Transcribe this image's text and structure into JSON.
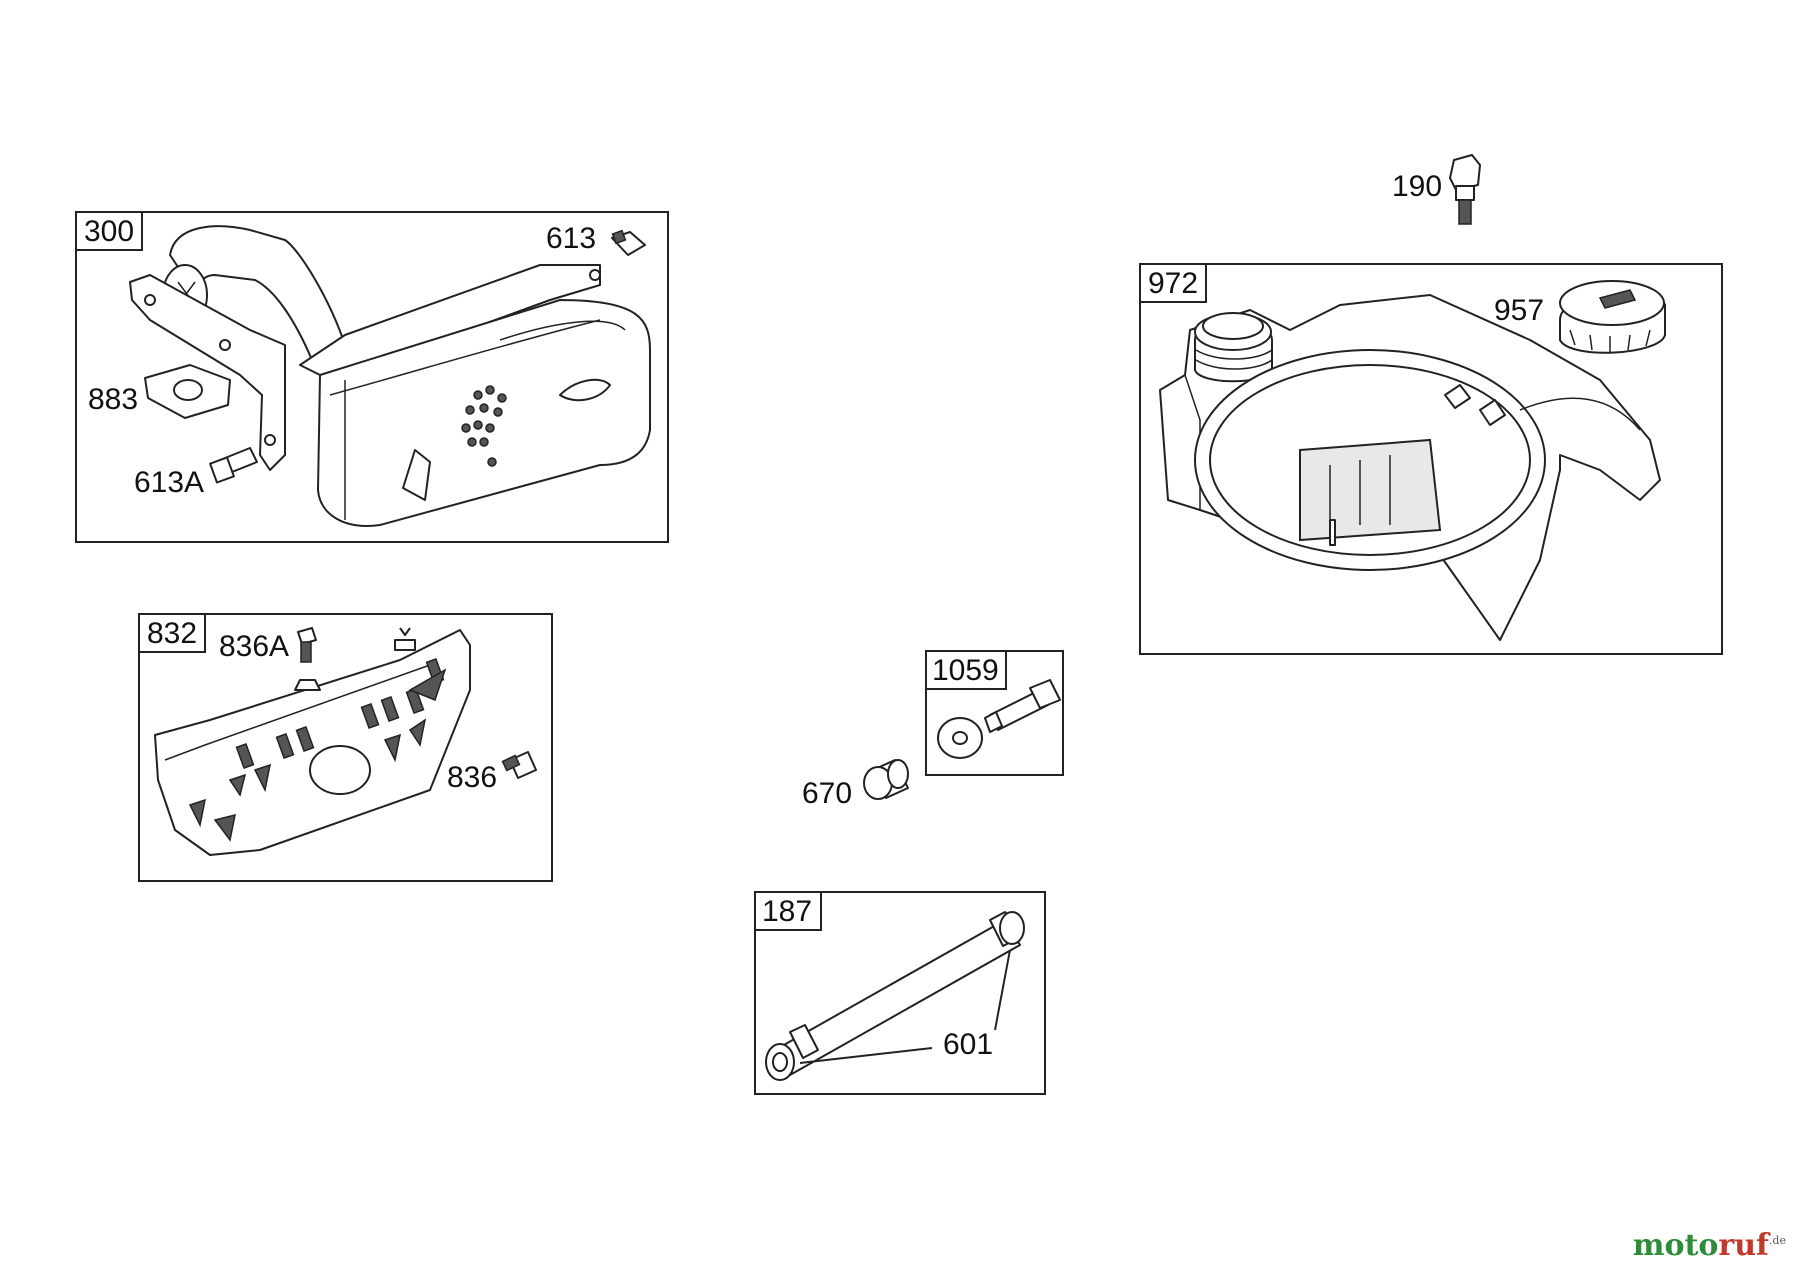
{
  "groups": {
    "muffler": {
      "box_label": "300",
      "parts": [
        "613",
        "883",
        "613A"
      ]
    },
    "guard": {
      "box_label": "832",
      "parts": [
        "836A",
        "836"
      ]
    },
    "bolt_kit": {
      "box_label": "1059"
    },
    "spacer": {
      "part": "670"
    },
    "fuel_line": {
      "box_label": "187",
      "parts": [
        "601"
      ]
    },
    "screw": {
      "part": "190"
    },
    "tank": {
      "box_label": "972",
      "parts": [
        "957"
      ]
    }
  },
  "watermark": {
    "part1": "moto",
    "part2": "ruf",
    "suffix": ".de"
  },
  "colors": {
    "line": "#222222",
    "background": "#ffffff",
    "logo_green": "#2e8b3a",
    "logo_red": "#c0392b",
    "logo_blue": "#1f5fa8"
  }
}
